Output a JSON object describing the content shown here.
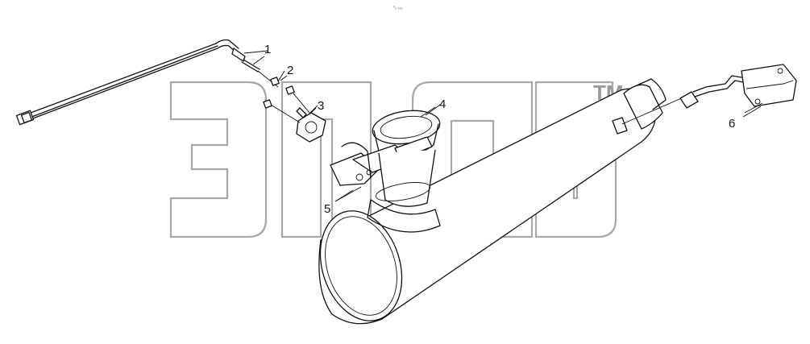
{
  "header": {
    "tiny_text": "⁰ₒ ₀₀₀"
  },
  "watermark": {
    "tm": "TM"
  },
  "callouts": [
    {
      "num": "1"
    },
    {
      "num": "2"
    },
    {
      "num": "3"
    },
    {
      "num": "4"
    },
    {
      "num": "5"
    },
    {
      "num": "6"
    }
  ],
  "colors": {
    "line": "#111111",
    "watermark": "#a8a8a8",
    "background": "#ffffff"
  }
}
